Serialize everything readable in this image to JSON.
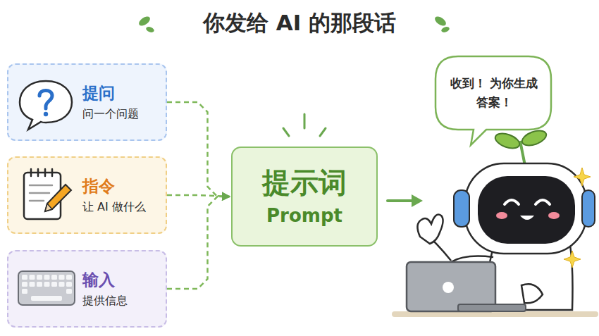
{
  "diagram": {
    "title": "你发给 AI 的那段话",
    "nodes": [
      {
        "text": [
          "提问",
          "问一个问题"
        ]
      },
      {
        "text": [
          "指令",
          "让 AI 做什么"
        ]
      },
      {
        "text": [
          "输入",
          "提供信息"
        ]
      },
      {
        "text": [
          "提示词",
          "Prompt"
        ]
      },
      {
        "text": [
          "收到！ 为你生成答案！"
        ]
      }
    ],
    "edges": [
      {
        "from": 0,
        "to": 3,
        "arrow": "to"
      },
      {
        "from": 1,
        "to": 3,
        "arrow": "to"
      },
      {
        "from": 2,
        "to": 3,
        "arrow": "to"
      }
    ]
  }
}
